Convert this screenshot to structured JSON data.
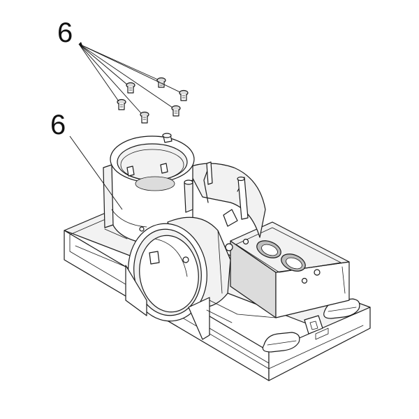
{
  "diagram": {
    "callouts": [
      {
        "label": "6"
      },
      {
        "label": "6"
      }
    ],
    "screws": {
      "count": 6
    }
  }
}
